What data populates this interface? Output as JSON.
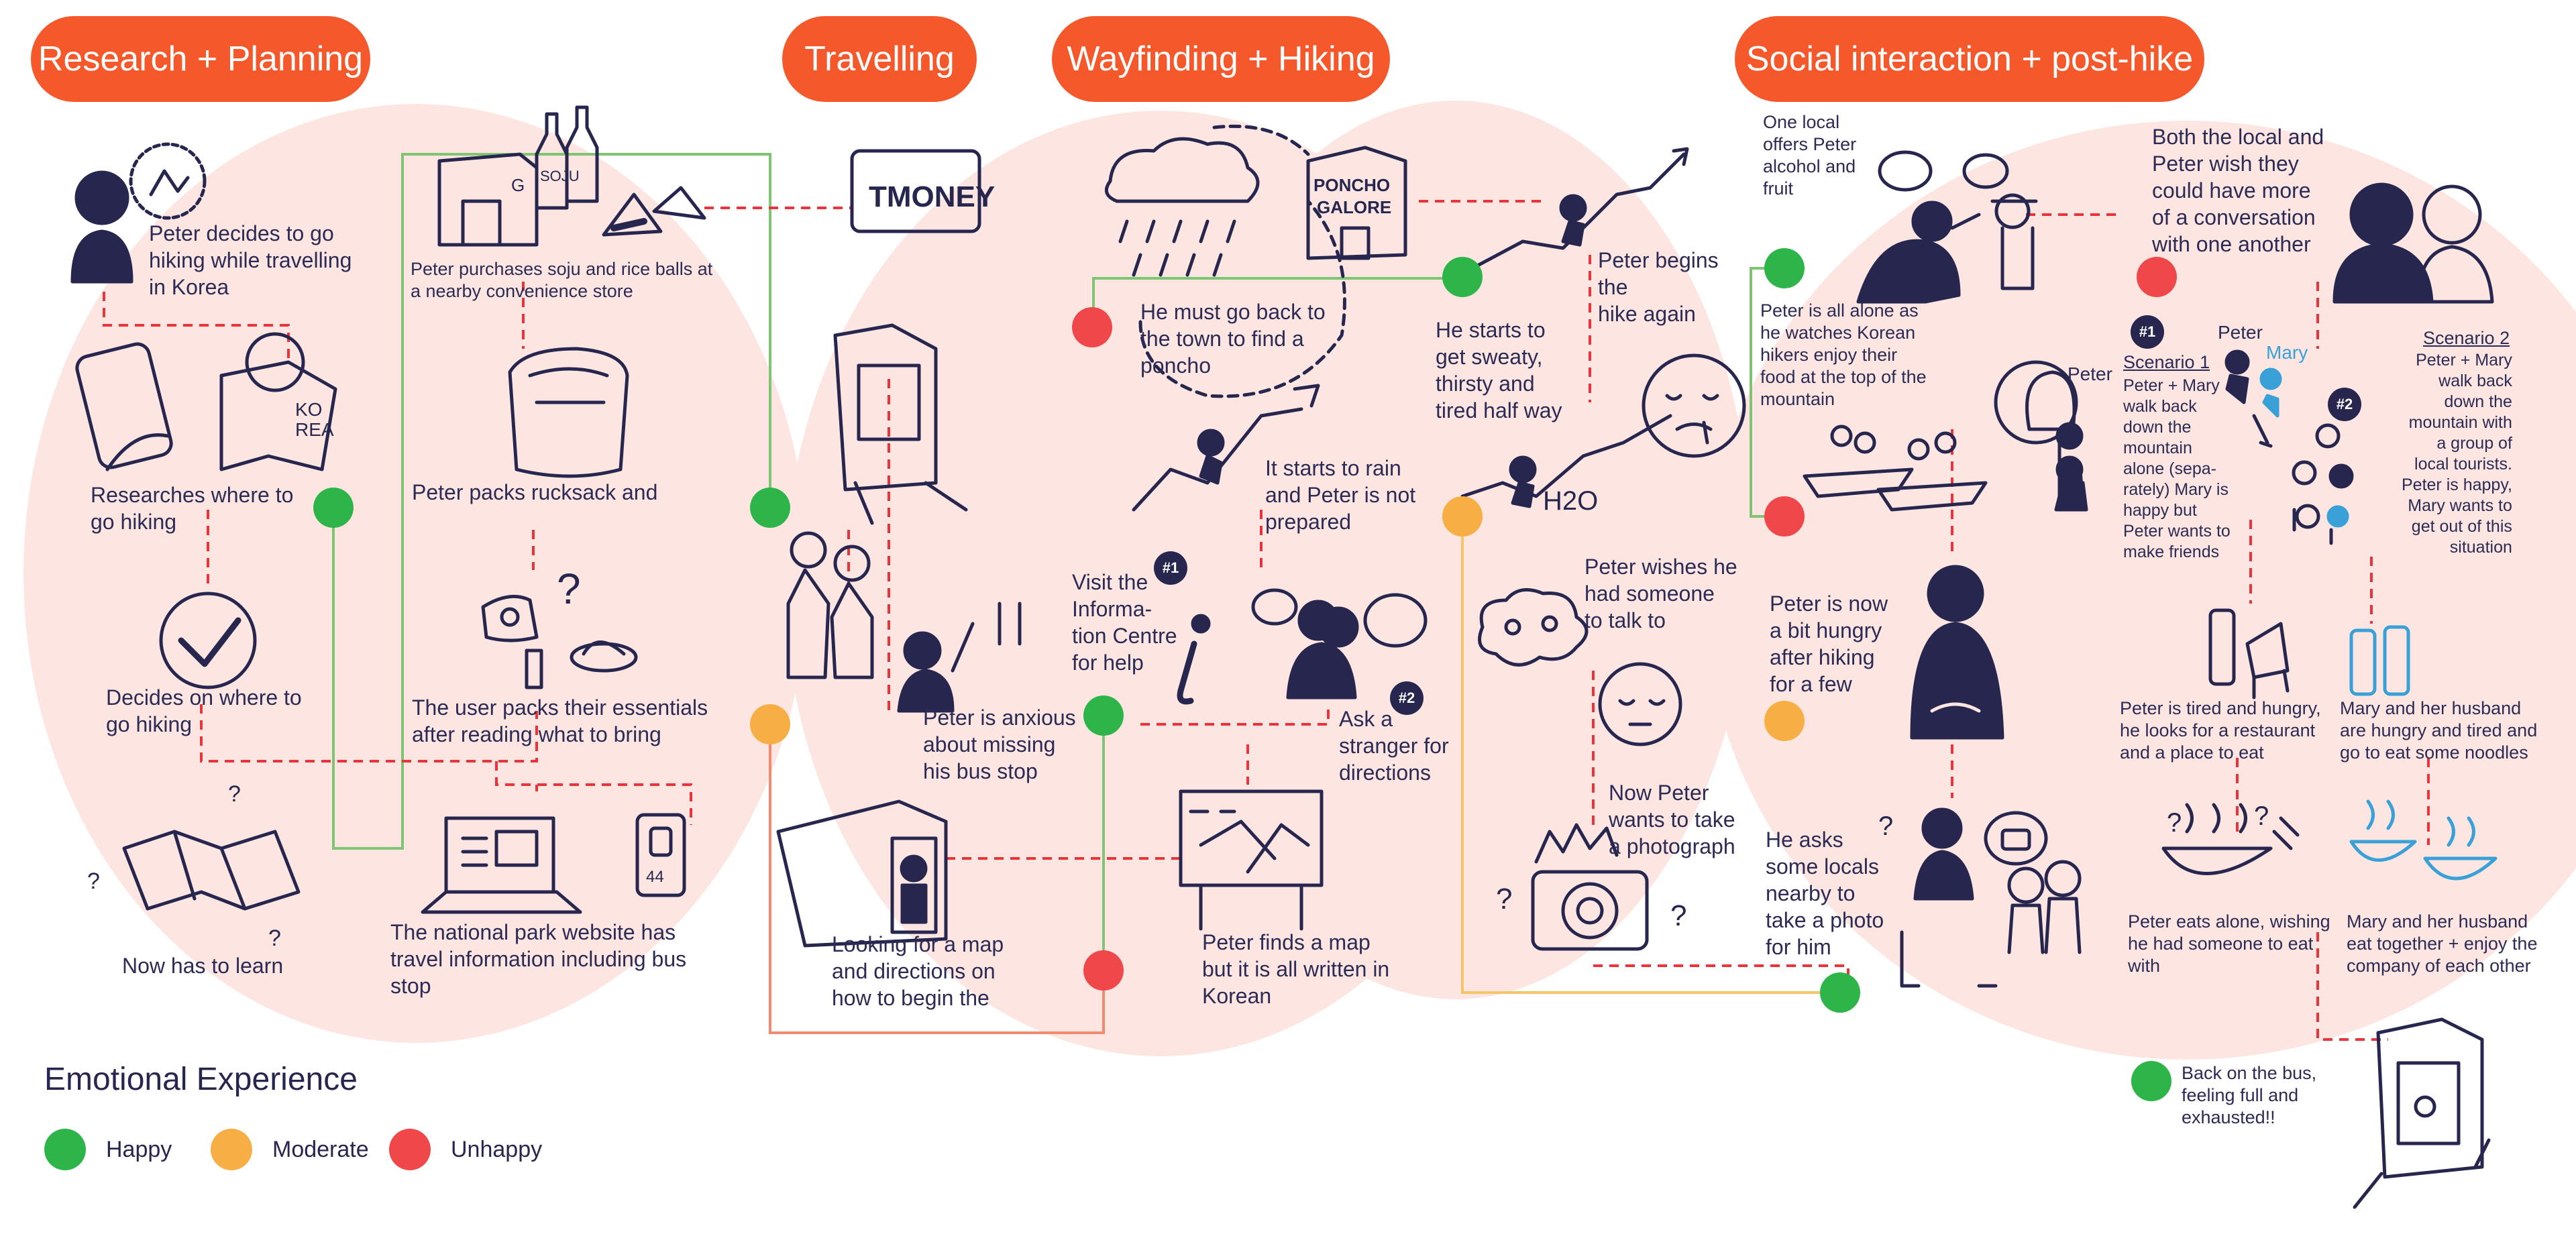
{
  "colors": {
    "happy": "#2db54a",
    "moderate": "#f6ae45",
    "unhappy": "#f0484a",
    "header": "#f4582b",
    "blob": "#fde6e1",
    "ink": "#26264f",
    "accent_blue": "#3aa0d8"
  },
  "stages": [
    {
      "label": "Research + Planning"
    },
    {
      "label": "Travelling"
    },
    {
      "label": "Wayfinding + Hiking"
    },
    {
      "label": "Social interaction + post-hike"
    }
  ],
  "notes": {
    "n01": "Peter decides to go\nhiking while travelling\nin Korea",
    "n02": "Peter purchases soju and rice balls at\na nearby convenience store",
    "n03": "Researches where to\ngo hiking",
    "n04": "Peter packs rucksack and",
    "n05": "Decides on where to\ngo hiking",
    "n06": "The user packs their essentials\nafter reading what to bring",
    "n07": "Now has to learn",
    "n08": "The national park website has\ntravel information including bus\nstop",
    "n09": "Peter is anxious\nabout missing\nhis bus stop",
    "n10": "Looking for a map\nand directions on\nhow to begin the",
    "n11": "He must go back to\nthe town to find a\nponcho",
    "n12": "It starts to rain\nand Peter is not\nprepared",
    "n13": "Visit the\nInforma-\ntion Centre\nfor help",
    "n14": "Ask a\nstranger for\ndirections",
    "n15": "Peter finds a map\nbut it is all written in\nKorean",
    "n16": "He starts to\nget sweaty,\nthirsty and\ntired half way",
    "n17": "Peter begins\nthe\nhike again",
    "n18": "Peter wishes he\nhad someone\nto talk to",
    "n19": "Now Peter\nwants to take\na photograph",
    "n20": "One local\noffers Peter\nalcohol and\nfruit",
    "n21": "Both the local and\nPeter wish they\ncould have more\nof a conversation\nwith one another",
    "n22": "Peter is all alone as\nhe watches Korean\nhikers enjoy their\nfood at the top of the\nmountain",
    "n23": "Peter is now\na bit hungry\nafter hiking\nfor a few",
    "n24": "He asks\nsome locals\nnearby to\ntake a photo\nfor him",
    "n25": "Peter + Mary\nwalk back\ndown the\nmountain\nalone (sepa-\nrately) Mary is\nhappy but\nPeter wants to\nmake friends",
    "n26": "Peter + Mary\nwalk back\ndown the\nmountain with\na group of\nlocal tourists.\nPeter is happy,\nMary wants to\nget out of this\nsituation",
    "n27": "Peter is tired and hungry,\nhe looks for a restaurant\nand a place to eat",
    "n28": "Mary and her husband\nare hungry and tired and\ngo to eat some noodles",
    "n29": "Peter eats alone, wishing\nhe had someone to eat\nwith",
    "n30": "Mary and her husband\neat together + enjoy the\ncompany of each other",
    "n31": "Back on the bus,\nfeeling full and\nexhausted!!"
  },
  "scenarios": {
    "s1_title": "Scenario 1",
    "s2_title": "Scenario 2",
    "s1_badge": "#1",
    "s2_badge": "#2",
    "info_badge": "#1",
    "ask_badge": "#2",
    "peter": "Peter",
    "mary": "Mary"
  },
  "signs": {
    "soju": "SOJU",
    "tmoney": "TMONEY",
    "poncho_line1": "PONCHO",
    "poncho_line2": "GALORE",
    "korea1": "KO",
    "korea2": "REA",
    "h2o": "H2O",
    "store_letter": "G",
    "bus_number": "44"
  },
  "legend": {
    "title": "Emotional Experience",
    "items": [
      {
        "label": "Happy",
        "color": "#2db54a"
      },
      {
        "label": "Moderate",
        "color": "#f6ae45"
      },
      {
        "label": "Unhappy",
        "color": "#f0484a"
      }
    ]
  }
}
